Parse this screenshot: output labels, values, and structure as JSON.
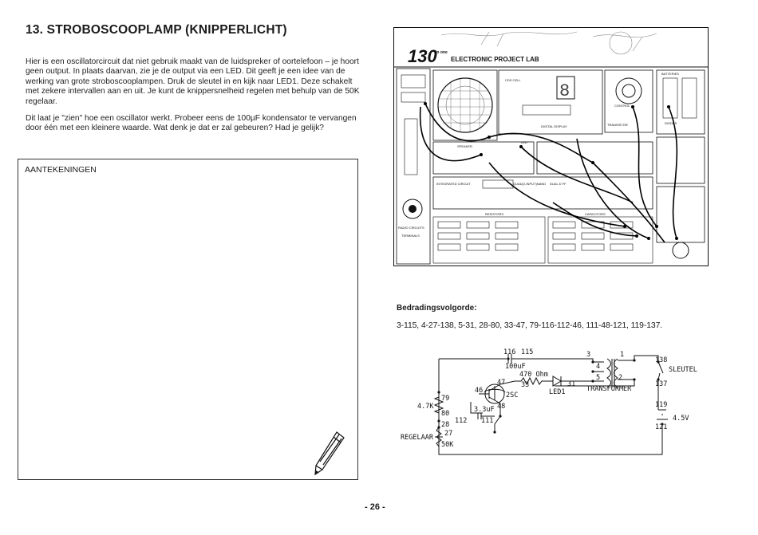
{
  "title": "13. STROBOSCOOPLAMP (KNIPPERLICHT)",
  "paragraphs": [
    "Hier is een oscillatorcircuit dat niet gebruik maakt van de luidspreker of oortelefoon – je hoort geen output. In plaats daarvan, zie je de output via een LED. Dit geeft je een idee van de werking van grote stroboscooplampen. Druk de sleutel in en kijk naar LED1. Deze schakelt met zekere intervallen aan en uit. Je kunt de knippersnelheid regelen met behulp van de 50K regelaar.",
    "Dit laat je \"zien\" hoe een oscillator werkt. Probeer eens de 100µF kondensator te vervangen door één met een kleinere waarde. Wat denk je dat er zal gebeuren? Had je gelijk?"
  ],
  "notes_label": "AANTEKENINGEN",
  "board": {
    "brand": "130",
    "brand_sup": "in one",
    "lab_title": "ELECTRONIC PROJECT LAB",
    "labels": {
      "batteries": "BATTERIES",
      "control": "CONTROL",
      "transistor": "TRANSISTOR",
      "diodes": "DIODES",
      "digital_display": "DIGITAL DISPLAY",
      "cds_cell": "CDS CELL",
      "speaker": "SPEAKER",
      "led": "LED",
      "integrated": "INTEGRATED CIRCUIT",
      "quad_ic": "QUAD(2-INPUT)NAND",
      "dual_ff": "DUAL D FF",
      "resistors": "RESISTORS",
      "capacitors": "CAPACITORS",
      "radio": "RADIO CIRCUITS",
      "terminals": "TERMINALS",
      "display_digit": "8"
    }
  },
  "order_heading": "Bedradingsvolgorde:",
  "order_text": "3-115, 4-27-138, 5-31, 28-80, 33-47, 79-116-112-46, 111-48-121, 119-137.",
  "schematic": {
    "n116": "116",
    "n115": "115",
    "cap1": "100uF",
    "res1": "470 Ohm",
    "n33": "33",
    "n31": "31",
    "led": "LED1",
    "n47": "47",
    "n46": "46",
    "transistor": "2SC",
    "n48": "48",
    "n79": "79",
    "n80": "80",
    "n28": "28",
    "n27": "27",
    "res2": "4.7K",
    "cap2": "3.3uF",
    "n112": "112",
    "n111": "111",
    "pot_label": "REGELAAR",
    "pot_value": "50K",
    "t3": "3",
    "t4": "4",
    "t5": "5",
    "t1": "1",
    "t2": "2",
    "transformer": "TRANSFORMER",
    "n138": "138",
    "key": "SLEUTEL",
    "n137": "137",
    "n119": "119",
    "battery": "4.5V",
    "n121": "121"
  },
  "page_number": "- 26 -"
}
